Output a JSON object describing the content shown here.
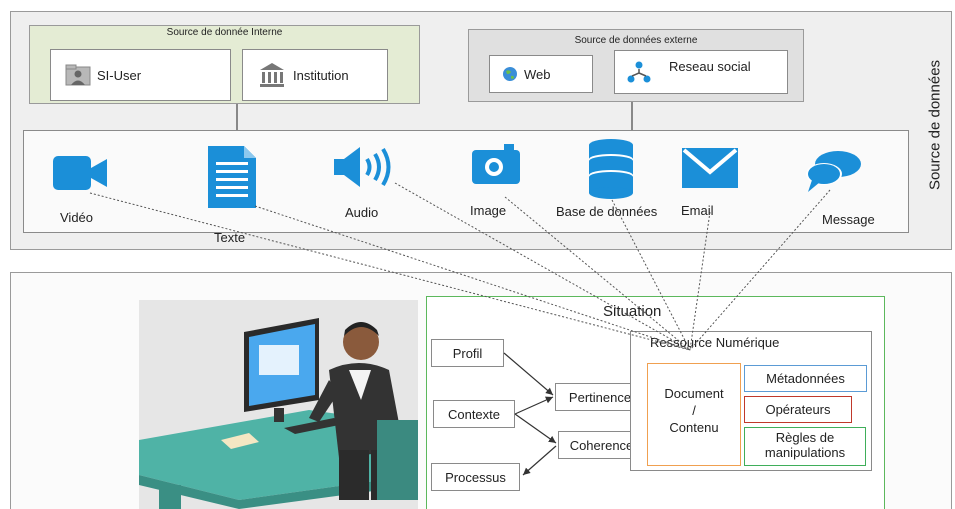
{
  "top_section": {
    "vertical_label": "Source de données",
    "internal": {
      "title": "Source de donnée Interne",
      "items": [
        {
          "label": "SI-User",
          "icon": "user-folder-icon"
        },
        {
          "label": "Institution",
          "icon": "institution-building-icon"
        }
      ]
    },
    "external": {
      "title": "Source de données externe",
      "items": [
        {
          "label": "Web",
          "icon": "globe-icon"
        },
        {
          "label": "Reseau social",
          "icon": "social-network-icon"
        }
      ]
    },
    "media_types": [
      {
        "label": "Vidéo",
        "icon": "video-camera-icon"
      },
      {
        "label": "Texte",
        "icon": "text-document-icon"
      },
      {
        "label": "Audio",
        "icon": "speaker-icon"
      },
      {
        "label": "Image",
        "icon": "camera-icon"
      },
      {
        "label": "Base de données",
        "icon": "database-icon"
      },
      {
        "label": "Email",
        "icon": "envelope-icon"
      },
      {
        "label": "Message",
        "icon": "chat-bubbles-icon"
      }
    ]
  },
  "bottom_section": {
    "situation": {
      "title": "Situation",
      "inputs": [
        "Profil",
        "Contexte",
        "Processus"
      ],
      "relations": [
        "Pertinence",
        "Coherence"
      ],
      "resource": {
        "title": "Ressource Numérique",
        "document_lines": [
          "Document",
          "/",
          "Contenu"
        ],
        "attributes": [
          {
            "label": "Métadonnées",
            "color": "#5b9bd5"
          },
          {
            "label": "Opérateurs",
            "color": "#c0392b"
          },
          {
            "label_lines": [
              "Règles de",
              "manipulations"
            ],
            "color": "#3fae5a"
          }
        ]
      }
    }
  },
  "colors": {
    "internal_bg": "#e4ecd4",
    "external_bg": "#e0e0e0",
    "icon_blue": "#1b8fd8",
    "situation_border": "#5cb85c",
    "desk_teal": "#4fb3a6"
  }
}
